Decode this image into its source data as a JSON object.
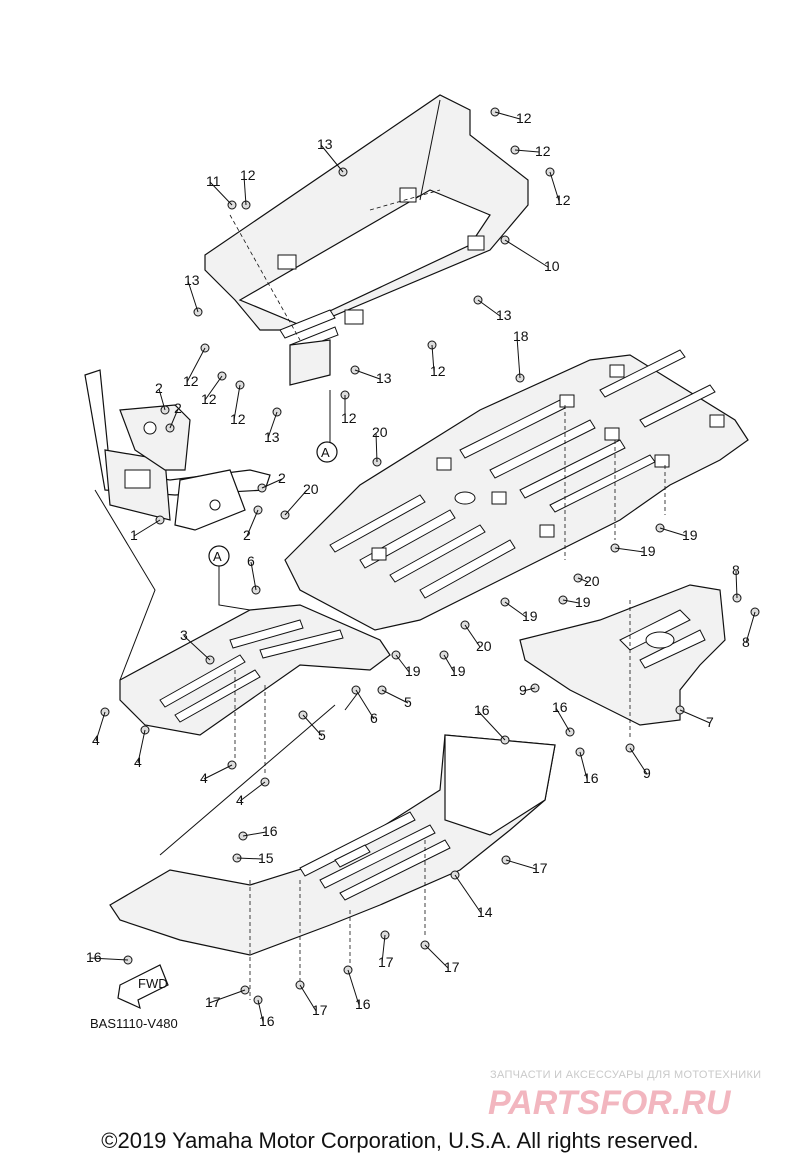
{
  "diagram": {
    "code": "BAS1110-V480",
    "copyright": "©2019 Yamaha Motor Corporation, U.S.A. All rights reserved.",
    "ref_marker": "A",
    "fwd_label": "FWD",
    "watermark": {
      "tagline": "ЗАПЧАСТИ И АКСЕССУАРЫ ДЛЯ МОТОТЕХНИКИ",
      "logo_text": "PARTSFOR.RU"
    },
    "callouts": [
      {
        "n": "1"
      },
      {
        "n": "2"
      },
      {
        "n": "2"
      },
      {
        "n": "2"
      },
      {
        "n": "2"
      },
      {
        "n": "3"
      },
      {
        "n": "4"
      },
      {
        "n": "4"
      },
      {
        "n": "4"
      },
      {
        "n": "4"
      },
      {
        "n": "5"
      },
      {
        "n": "5"
      },
      {
        "n": "6"
      },
      {
        "n": "6"
      },
      {
        "n": "7"
      },
      {
        "n": "8"
      },
      {
        "n": "8"
      },
      {
        "n": "9"
      },
      {
        "n": "9"
      },
      {
        "n": "10"
      },
      {
        "n": "11"
      },
      {
        "n": "12"
      },
      {
        "n": "12"
      },
      {
        "n": "12"
      },
      {
        "n": "12"
      },
      {
        "n": "12"
      },
      {
        "n": "12"
      },
      {
        "n": "12"
      },
      {
        "n": "12"
      },
      {
        "n": "12"
      },
      {
        "n": "13"
      },
      {
        "n": "13"
      },
      {
        "n": "13"
      },
      {
        "n": "13"
      },
      {
        "n": "13"
      },
      {
        "n": "14"
      },
      {
        "n": "15"
      },
      {
        "n": "16"
      },
      {
        "n": "16"
      },
      {
        "n": "16"
      },
      {
        "n": "16"
      },
      {
        "n": "16"
      },
      {
        "n": "16"
      },
      {
        "n": "16"
      },
      {
        "n": "17"
      },
      {
        "n": "17"
      },
      {
        "n": "17"
      },
      {
        "n": "17"
      },
      {
        "n": "17"
      },
      {
        "n": "18"
      },
      {
        "n": "19"
      },
      {
        "n": "19"
      },
      {
        "n": "19"
      },
      {
        "n": "19"
      },
      {
        "n": "19"
      },
      {
        "n": "19"
      },
      {
        "n": "20"
      },
      {
        "n": "20"
      },
      {
        "n": "20"
      },
      {
        "n": "20"
      }
    ]
  }
}
